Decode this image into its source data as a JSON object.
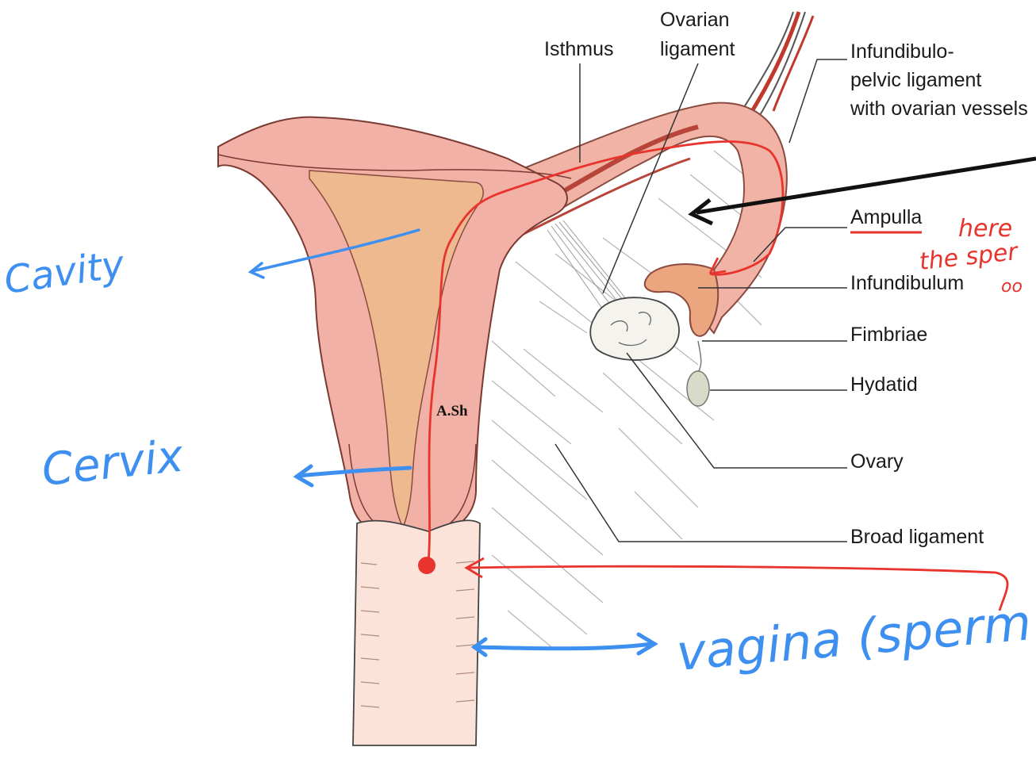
{
  "labels": {
    "isthmus": "Isthmus",
    "ovarian_ligament": [
      "Ovarian",
      "ligament"
    ],
    "infundibulopelvic": [
      "Infundibulo-",
      "pelvic ligament",
      "with ovarian vessels"
    ],
    "ampulla": "Ampulla",
    "infundibulum": "Infundibulum",
    "fimbriae": "Fimbriae",
    "hydatid": "Hydatid",
    "ovary": "Ovary",
    "broad_ligament": "Broad ligament"
  },
  "annotations": {
    "cavity": "Cavity",
    "cervix": "Cervix",
    "vagina": "vagina (sperm",
    "ampulla_note_1": "here",
    "ampulla_note_2": "the sper",
    "ampulla_note_3": "oo"
  },
  "watermark": "A.Sh",
  "colors": {
    "uterus_wall": "#f2b1a6",
    "cavity": "#eeb98f",
    "vagina": "#fbe3d9",
    "blue_annotation": "#3d8ff0",
    "red_annotation": "#e8342c",
    "ovary": "#f4f3ee"
  }
}
